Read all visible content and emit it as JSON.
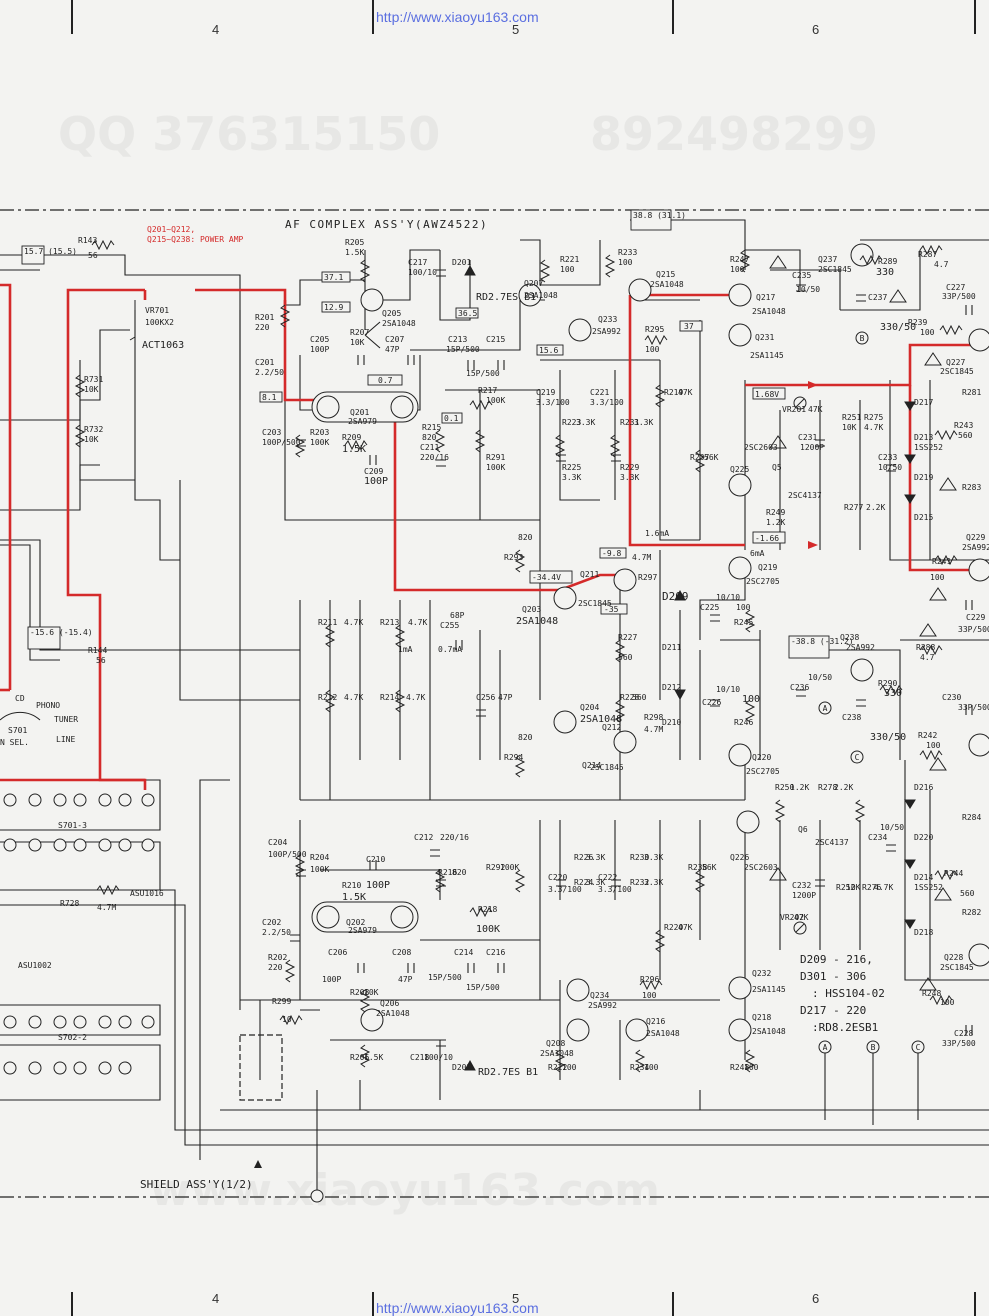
{
  "header": {
    "url": "http://www.xiaoyu163.com"
  },
  "footer": {
    "url": "http://www.xiaoyu163.com"
  },
  "watermarks": {
    "qq": "QQ 376315150",
    "phone": "892498299",
    "site": "www.xiaoyu163.com"
  },
  "ruler": {
    "top": [
      "4",
      "5",
      "6"
    ],
    "bottom": [
      "4",
      "5",
      "6"
    ]
  },
  "titles": {
    "main": "AF COMPLEX ASS'Y(AWZ4522)",
    "note1": "Q201~Q212,",
    "note2": "Q215~Q238: POWER AMP",
    "shield": "SHIELD ASS'Y(1/2)"
  },
  "voltages": [
    "15.7 (15.5)",
    "37.1",
    "12.9",
    "36.5",
    "0.7",
    "8.1",
    "0.1",
    "38.8 (31.1)",
    "15.6",
    "37",
    "1.68V",
    "-1.66",
    "-9.8",
    "-34.4V",
    "-35",
    "-15.6 (-15.4)",
    "-38.8 (-31.2)"
  ],
  "currents": [
    "1.6mA",
    "6mA",
    "1mA",
    "0.7mA"
  ],
  "components": {
    "r143": [
      "R143",
      "56"
    ],
    "r144": [
      "R144",
      "56"
    ],
    "vr701": [
      "VR701",
      "100KX2",
      "ACT1063"
    ],
    "r731": [
      "R731",
      "10K"
    ],
    "r732": [
      "R732",
      "10K"
    ],
    "r205": [
      "R205",
      "1.5K"
    ],
    "c217": [
      "C217",
      "100/10"
    ],
    "d201": [
      "D201",
      "RD2.7ES B1"
    ],
    "q205": [
      "Q205",
      "2SA1048"
    ],
    "r207": [
      "R207",
      "10K"
    ],
    "r201": [
      "R201",
      "220"
    ],
    "c201": [
      "C201",
      "2.2/50"
    ],
    "c205": [
      "C205",
      "100P"
    ],
    "c207": [
      "C207",
      "47P"
    ],
    "q201": [
      "Q201",
      "2SA979"
    ],
    "c203": [
      "C203",
      "100P/500"
    ],
    "r203": [
      "R203",
      "100K"
    ],
    "r209": [
      "R209",
      "1.5K"
    ],
    "c209": [
      "C209",
      "100P"
    ],
    "c211": [
      "C211",
      "220/16"
    ],
    "r215": [
      "R215",
      "820"
    ],
    "c213": [
      "C213",
      "15P/500"
    ],
    "c215": [
      "C215",
      "15P/500"
    ],
    "r217": [
      "R217",
      "100K"
    ],
    "r291": [
      "R291",
      "100K"
    ],
    "q207": [
      "Q207",
      "2SA1048"
    ],
    "r221": [
      "R221",
      "100"
    ],
    "r233": [
      "R233",
      "100"
    ],
    "q215": [
      "Q215",
      "2SA1048"
    ],
    "r247": [
      "R247",
      "100"
    ],
    "q233": [
      "Q233",
      "2SA992"
    ],
    "r295": [
      "R295",
      "100"
    ],
    "q217": [
      "Q217",
      "2SA1048"
    ],
    "q231": [
      "Q231",
      "2SA1145"
    ],
    "c235": [
      "C235",
      "10/50"
    ],
    "q237": [
      "Q237",
      "2SC1845"
    ],
    "r289": [
      "R289",
      "330"
    ],
    "c237": [
      "C237",
      "330/50"
    ],
    "r287": [
      "R287",
      "4.7"
    ],
    "c227": [
      "C227",
      "33P/500"
    ],
    "r239": [
      "R239",
      "100"
    ],
    "q227": [
      "Q227",
      "2SC1845"
    ],
    "c219": [
      "C219",
      "3.3/100"
    ],
    "c221": [
      "C221",
      "3.3/100"
    ],
    "r223": [
      "R223",
      "3.3K"
    ],
    "r225": [
      "R225",
      "3.3K"
    ],
    "r229": [
      "R229",
      "3.3K"
    ],
    "r231": [
      "R231",
      "3.3K"
    ],
    "r219": [
      "R219",
      "47K"
    ],
    "r237": [
      "R237",
      "56K"
    ],
    "q225": [
      "Q225",
      "2SC2603"
    ],
    "vr201": [
      "VR201",
      "47K"
    ],
    "c231": [
      "C231",
      "1200P"
    ],
    "q5": [
      "Q5",
      "2SC4137"
    ],
    "r251": [
      "R251",
      "10K"
    ],
    "r275": [
      "R275",
      "4.7K"
    ],
    "c233": [
      "C233",
      "10/50"
    ],
    "d213": [
      "D213",
      "1SS252"
    ],
    "d217": [
      "D217"
    ],
    "d219": [
      "D219"
    ],
    "d215": [
      "D215"
    ],
    "r249": [
      "R249",
      "1.2K"
    ],
    "r277": [
      "R277",
      "2.2K"
    ],
    "r243": [
      "R243",
      "560"
    ],
    "r281": [
      "R281"
    ],
    "r283": [
      "R283"
    ],
    "q229": [
      "Q229",
      "2SA992"
    ],
    "q219": [
      "Q219",
      "2SC2705"
    ],
    "r241": [
      "R241",
      "100"
    ],
    "c229": [
      "C229",
      "33P/500"
    ],
    "r293": [
      "R293",
      "820"
    ],
    "q211": [
      "Q211",
      "2SC1845"
    ],
    "q203": [
      "Q203",
      "2SA1048"
    ],
    "r297": [
      "R297",
      "4.7M"
    ],
    "d209": [
      "D209"
    ],
    "d211": [
      "D211"
    ],
    "c225": [
      "C225",
      "10/10"
    ],
    "r245": [
      "R245",
      "100"
    ],
    "r211": [
      "R211",
      "4.7K"
    ],
    "r213": [
      "R213",
      "4.7K"
    ],
    "c255": [
      "C255",
      "68P"
    ],
    "r227": [
      "R227",
      "560"
    ],
    "q238": [
      "Q238",
      "2SA992"
    ],
    "r290": [
      "R290",
      "330"
    ],
    "c236": [
      "C236",
      "10/50"
    ],
    "c238": [
      "C238",
      "330/50"
    ],
    "r288": [
      "R288",
      "4.7"
    ],
    "c230": [
      "C230",
      "33P/500"
    ],
    "r212": [
      "R212",
      "4.7K"
    ],
    "r214": [
      "R214",
      "4.7K"
    ],
    "c256": [
      "C256",
      "47P"
    ],
    "q204": [
      "Q204",
      "2SA1048"
    ],
    "r228": [
      "R228",
      "560"
    ],
    "q212": [
      "Q212"
    ],
    "r298": [
      "R298",
      "4.7M"
    ],
    "d212": [
      "D212"
    ],
    "d210": [
      "D210"
    ],
    "c226": [
      "C226",
      "10/10"
    ],
    "r246": [
      "R246",
      "100"
    ],
    "q220": [
      "Q220",
      "2SC2705"
    ],
    "r242": [
      "R242",
      "100"
    ],
    "r294": [
      "R294",
      "820"
    ],
    "q214": [
      "Q214",
      "2SC1845"
    ],
    "s701": [
      "S701"
    ],
    "src_cd": "CD",
    "src_phono": "PHONO",
    "src_tuner": "TUNER",
    "src_line": "LINE",
    "sel": "N SEL.",
    "s701_3": "S701-3",
    "s702_2": "S702-2",
    "asu1016": "ASU1016",
    "asu1002": "ASU1002",
    "r728": [
      "R728",
      "4.7M"
    ],
    "c204": [
      "C204",
      "100P/500"
    ],
    "r204": [
      "R204",
      "100K"
    ],
    "r210": [
      "R210",
      "100P"
    ],
    "r210b": [
      "1.5K"
    ],
    "c210": [
      "C210"
    ],
    "c212": [
      "C212",
      "220/16"
    ],
    "r216": [
      "R216",
      "820"
    ],
    "q202": [
      "Q202",
      "2SA979"
    ],
    "r218": [
      "R218",
      "100K"
    ],
    "r292": [
      "R292",
      "100K"
    ],
    "c202": [
      "C202",
      "2.2/50"
    ],
    "r202": [
      "R202",
      "220"
    ],
    "c206": [
      "C206",
      "100P"
    ],
    "c208": [
      "C208",
      "47P"
    ],
    "c214": [
      "C214",
      "15P/500"
    ],
    "c216": [
      "C216",
      "15P/500"
    ],
    "c220": [
      "C220",
      "3.3/100"
    ],
    "c222": [
      "C222",
      "3.3/100"
    ],
    "r224": [
      "R224",
      "3.3K"
    ],
    "r226": [
      "R226",
      "3.3K"
    ],
    "r230": [
      "R230",
      "3.3K"
    ],
    "r232": [
      "R232",
      "3.3K"
    ],
    "r238": [
      "R238",
      "56K"
    ],
    "r220": [
      "R220",
      "47K"
    ],
    "q226": [
      "Q226",
      "2SC2603"
    ],
    "r250": [
      "R250",
      "1.2K"
    ],
    "r278": [
      "R278",
      "2.2K"
    ],
    "q6": [
      "Q6",
      "2SC4137"
    ],
    "c234": [
      "C234",
      "10/50"
    ],
    "c232": [
      "C232",
      "1200P"
    ],
    "vr202": [
      "VR202",
      "47K"
    ],
    "r252": [
      "R252",
      "10K"
    ],
    "r276": [
      "R276",
      "4.7K"
    ],
    "d216": [
      "D216"
    ],
    "d220": [
      "D220"
    ],
    "d214": [
      "D214",
      "1SS252"
    ],
    "d218": [
      "D218"
    ],
    "r284": [
      "R284"
    ],
    "r244": [
      "R244",
      "560"
    ],
    "r282": [
      "R282"
    ],
    "q228": [
      "Q228",
      "2SC1845"
    ],
    "r248": [
      "R248",
      "100"
    ],
    "c228": [
      "C228",
      "33P/500"
    ],
    "r299": [
      "R299",
      "10"
    ],
    "r208": [
      "R208",
      "10K"
    ],
    "q206": [
      "Q206",
      "2SA1048"
    ],
    "r206": [
      "R206",
      "1.5K"
    ],
    "c218": [
      "C218",
      "100/10"
    ],
    "d202": [
      "D202",
      "RD2.7ES B1"
    ],
    "q208": [
      "Q208",
      "2SA1048"
    ],
    "r222": [
      "R222",
      "100"
    ],
    "q234": [
      "Q234",
      "2SA992"
    ],
    "q216": [
      "Q216",
      "2SA1048"
    ],
    "r234": [
      "R234",
      "100"
    ],
    "r296": [
      "R296",
      "100"
    ],
    "q232": [
      "Q232",
      "2SA1145"
    ],
    "q218": [
      "Q218",
      "2SA1048"
    ],
    "r248b": [
      "R248",
      "100"
    ]
  },
  "diode_notes": [
    "D209 - 216,",
    "D301 - 306",
    ": HSS104-02",
    "D217 - 220",
    ":RD8.2ESB1"
  ],
  "connectors": [
    "A",
    "B",
    "C"
  ]
}
